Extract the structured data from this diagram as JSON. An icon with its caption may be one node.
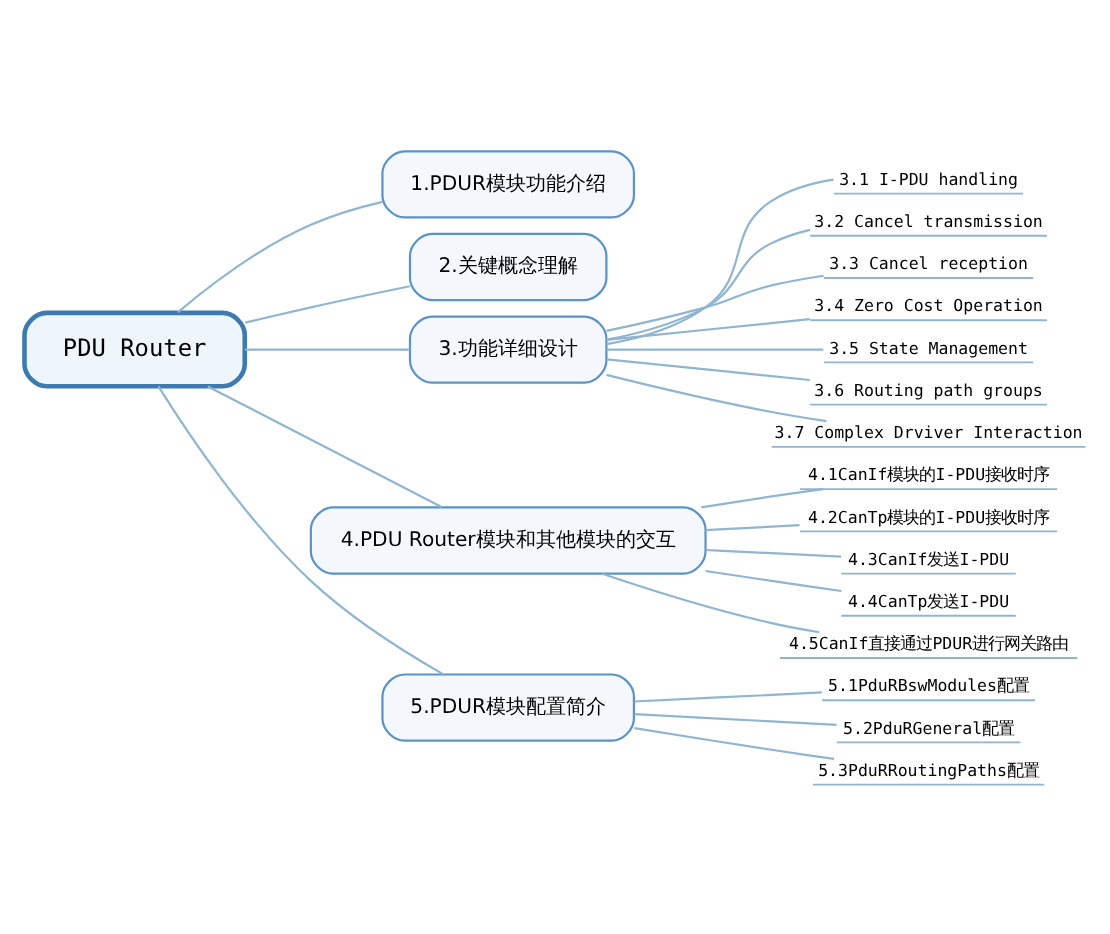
{
  "diagram": {
    "nodes": [
      {
        "text": [
          "PDU Router"
        ]
      },
      {
        "text": [
          "1.PDUR模块功能介绍"
        ]
      },
      {
        "text": [
          "2.关键概念理解"
        ]
      },
      {
        "text": [
          "3.功能详细设计"
        ]
      },
      {
        "text": [
          "3.1 I-PDU handling"
        ]
      },
      {
        "text": [
          "3.2 Cancel transmission"
        ]
      },
      {
        "text": [
          "3.3 Cancel reception"
        ]
      },
      {
        "text": [
          "3.4 Zero Cost Operation"
        ]
      },
      {
        "text": [
          "3.5 State Management"
        ]
      },
      {
        "text": [
          "3.6 Routing path groups"
        ]
      },
      {
        "text": [
          "3.7 Complex Drviver Interaction"
        ]
      },
      {
        "text": [
          "4.PDU Router模块和其他模块的交互"
        ]
      },
      {
        "text": [
          "4.1CanIf模块的I-PDU接收时序"
        ]
      },
      {
        "text": [
          "4.2CanTp模块的I-PDU接收时序"
        ]
      },
      {
        "text": [
          "4.3CanIf发送I-PDU"
        ]
      },
      {
        "text": [
          "4.4CanTp发送I-PDU"
        ]
      },
      {
        "text": [
          "4.5CanIf直接通过PDUR进行网关路由"
        ]
      },
      {
        "text": [
          "5.PDUR模块配置简介"
        ]
      },
      {
        "text": [
          "5.1PduRBswModules配置"
        ]
      },
      {
        "text": [
          "5.2PduRGeneral配置"
        ]
      },
      {
        "text": [
          "5.3PduRRoutingPaths配置"
        ]
      }
    ],
    "edges": [
      {
        "from": 0,
        "to": 1,
        "arrow": "none"
      },
      {
        "from": 0,
        "to": 2,
        "arrow": "none"
      },
      {
        "from": 0,
        "to": 3,
        "arrow": "none"
      },
      {
        "from": 3,
        "to": 4,
        "arrow": "none"
      },
      {
        "from": 3,
        "to": 5,
        "arrow": "none"
      },
      {
        "from": 3,
        "to": 6,
        "arrow": "none"
      },
      {
        "from": 3,
        "to": 7,
        "arrow": "none"
      },
      {
        "from": 3,
        "to": 8,
        "arrow": "none"
      },
      {
        "from": 3,
        "to": 9,
        "arrow": "none"
      },
      {
        "from": 3,
        "to": 10,
        "arrow": "none"
      },
      {
        "from": 0,
        "to": 11,
        "arrow": "none"
      },
      {
        "from": 11,
        "to": 12,
        "arrow": "none"
      },
      {
        "from": 11,
        "to": 13,
        "arrow": "none"
      },
      {
        "from": 11,
        "to": 14,
        "arrow": "none"
      },
      {
        "from": 11,
        "to": 15,
        "arrow": "none"
      },
      {
        "from": 11,
        "to": 16,
        "arrow": "none"
      },
      {
        "from": 0,
        "to": 17,
        "arrow": "none"
      },
      {
        "from": 17,
        "to": 18,
        "arrow": "none"
      },
      {
        "from": 17,
        "to": 19,
        "arrow": "none"
      },
      {
        "from": 17,
        "to": 20,
        "arrow": "none"
      }
    ]
  }
}
